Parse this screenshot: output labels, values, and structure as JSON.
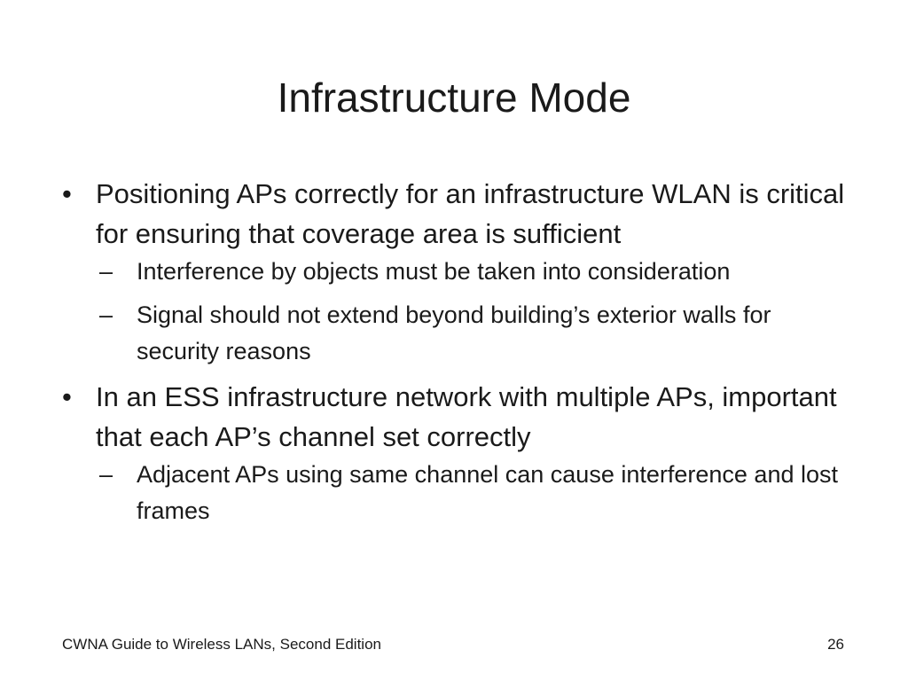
{
  "slide": {
    "title": "Infrastructure Mode",
    "bullets": [
      {
        "marker": "•",
        "text": "Positioning APs correctly for an infrastructure WLAN is critical for ensuring that coverage area is sufficient",
        "sub": [
          {
            "marker": "–",
            "text": "Interference by objects must be taken into consideration"
          },
          {
            "marker": "–",
            "text": "Signal should not extend beyond building’s exterior walls for security reasons"
          }
        ]
      },
      {
        "marker": "•",
        "text": "In an ESS infrastructure network with multiple APs, important that each AP’s channel set correctly",
        "sub": [
          {
            "marker": "–",
            "text": "Adjacent APs using same channel can cause interference and lost frames"
          }
        ]
      }
    ],
    "footer": {
      "left": "CWNA Guide to Wireless LANs, Second Edition",
      "page_number": "26"
    }
  }
}
